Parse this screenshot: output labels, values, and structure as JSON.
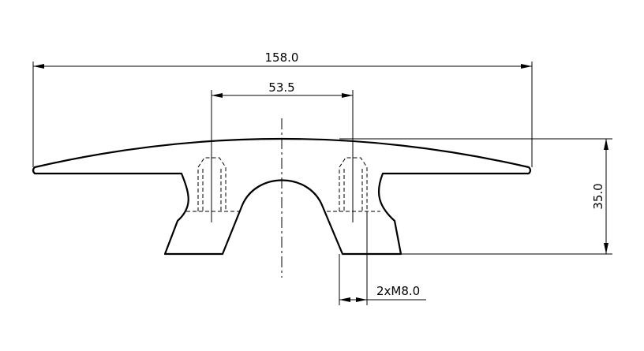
{
  "drawing": {
    "dimensions": {
      "overall_width": "158.0",
      "hole_spacing": "53.5",
      "height": "35.0",
      "thread": "2xM8.0"
    }
  }
}
